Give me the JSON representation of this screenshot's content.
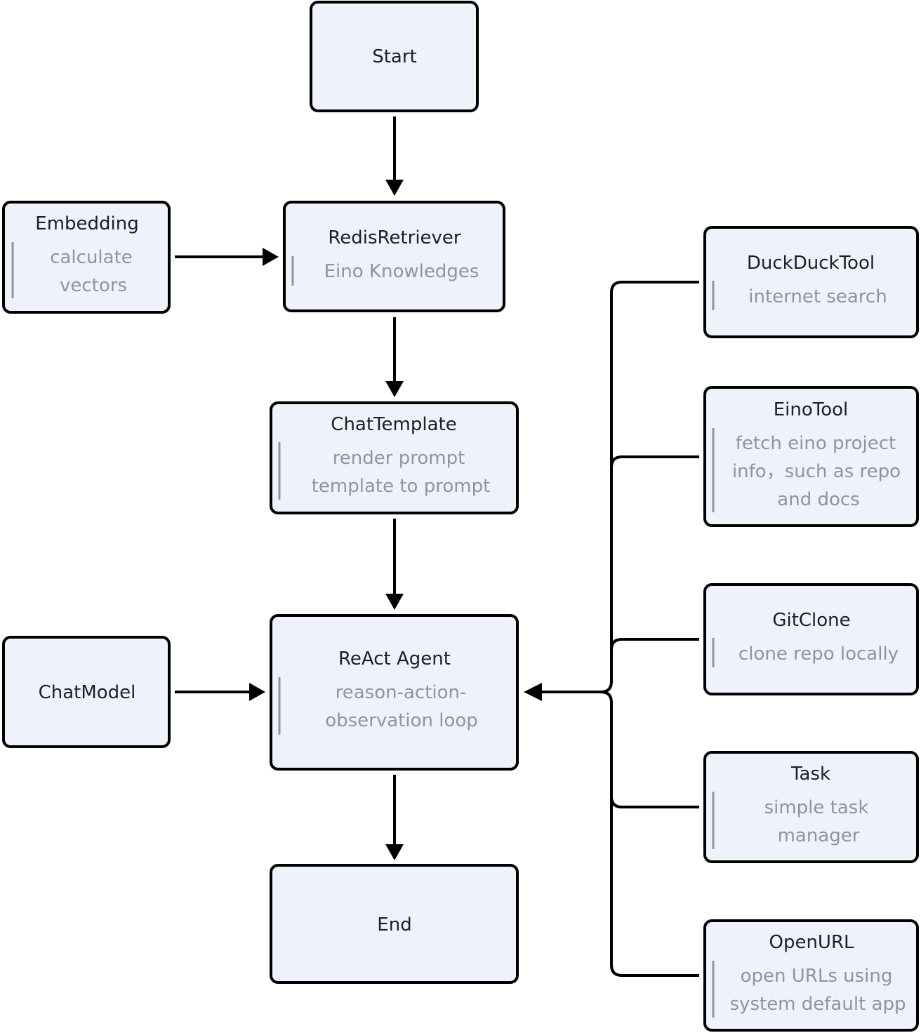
{
  "nodes": {
    "start": {
      "title": "Start"
    },
    "embedding": {
      "title": "Embedding",
      "desc": [
        "calculate",
        "vectors"
      ]
    },
    "redis_retriever": {
      "title": "RedisRetriever",
      "desc": [
        "Eino Knowledges"
      ]
    },
    "chat_template": {
      "title": "ChatTemplate",
      "desc": [
        "render prompt",
        "template to prompt"
      ]
    },
    "chat_model": {
      "title": "ChatModel"
    },
    "react_agent": {
      "title": "ReAct Agent",
      "desc": [
        "reason-action-",
        "observation loop"
      ]
    },
    "end": {
      "title": "End"
    },
    "duckduck_tool": {
      "title": "DuckDuckTool",
      "desc": [
        "internet search"
      ]
    },
    "eino_tool": {
      "title": "EinoTool",
      "desc": [
        "fetch eino project",
        "info，such as repo",
        "and docs"
      ]
    },
    "git_clone": {
      "title": "GitClone",
      "desc": [
        "clone repo locally"
      ]
    },
    "task": {
      "title": "Task",
      "desc": [
        "simple task",
        "manager"
      ]
    },
    "open_url": {
      "title": "OpenURL",
      "desc": [
        "open URLs using",
        "system default app"
      ]
    }
  },
  "edges": [
    {
      "from": "start",
      "to": "redis_retriever"
    },
    {
      "from": "embedding",
      "to": "redis_retriever"
    },
    {
      "from": "redis_retriever",
      "to": "chat_template"
    },
    {
      "from": "chat_template",
      "to": "react_agent"
    },
    {
      "from": "chat_model",
      "to": "react_agent"
    },
    {
      "from": "react_agent",
      "to": "end"
    },
    {
      "from": "duckduck_tool",
      "to": "react_agent"
    },
    {
      "from": "eino_tool",
      "to": "react_agent"
    },
    {
      "from": "git_clone",
      "to": "react_agent"
    },
    {
      "from": "task",
      "to": "react_agent"
    },
    {
      "from": "open_url",
      "to": "react_agent"
    }
  ],
  "colors": {
    "node_fill": "#eef3fb",
    "node_border": "#000000",
    "title_text": "#1c1f23",
    "desc_text": "#8f959e"
  }
}
